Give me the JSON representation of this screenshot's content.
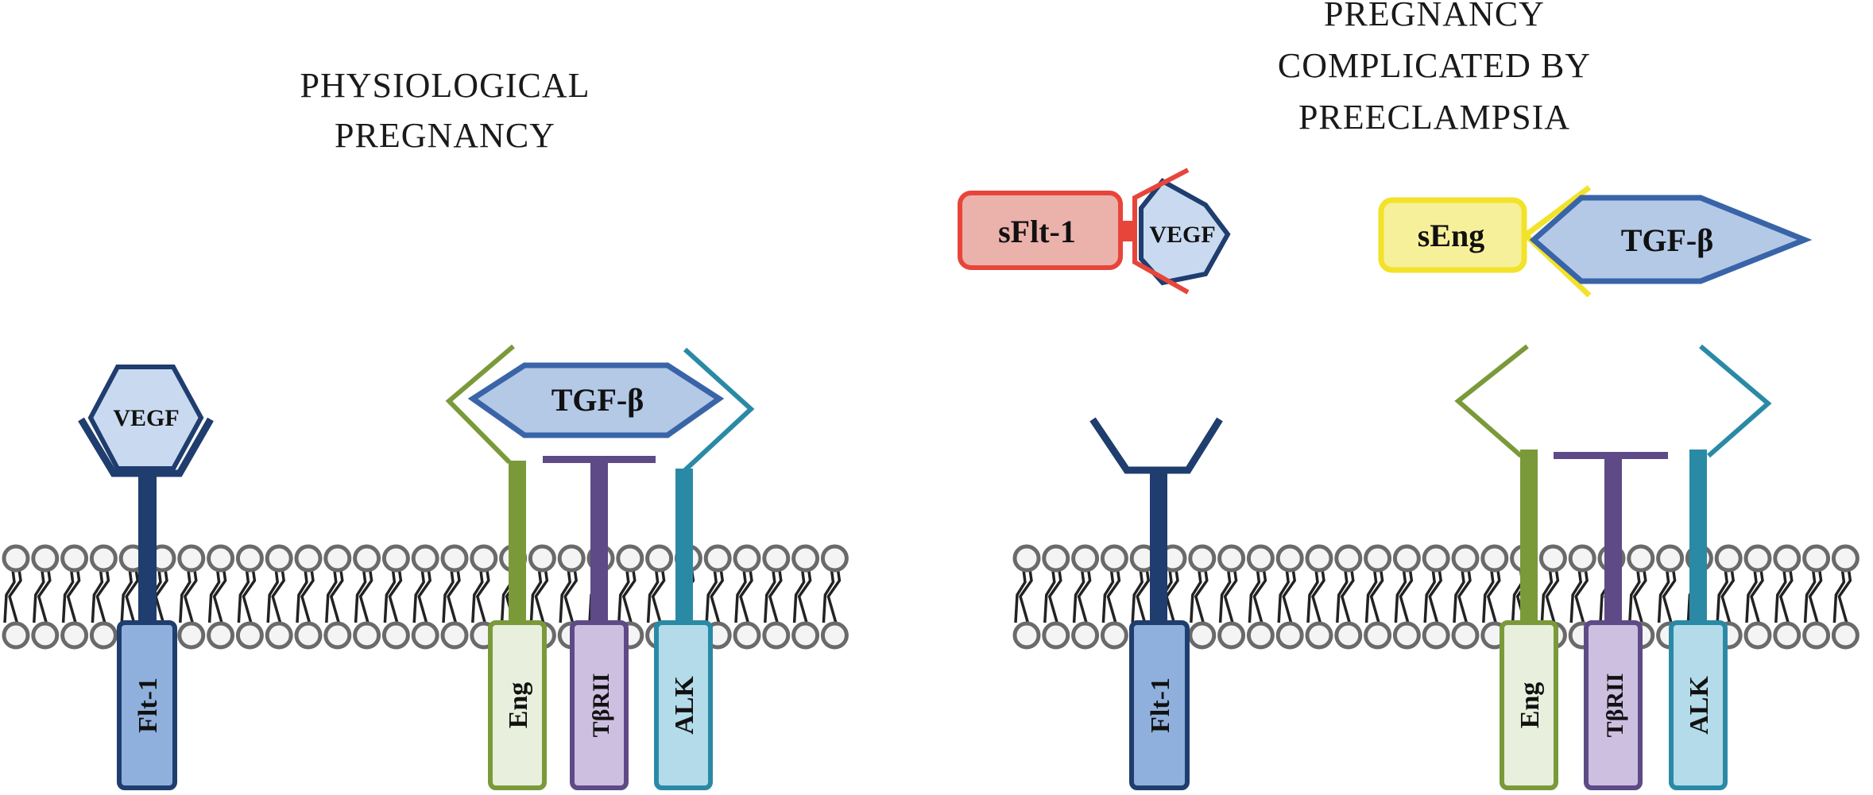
{
  "panels": {
    "left": {
      "title_line1": "PHYSIOLOGICAL",
      "title_line2": "PREGNANCY",
      "ligands": {
        "vegf": "VEGF",
        "tgfb": "TGF-β"
      },
      "receptors": {
        "flt1": "Flt-1",
        "eng": "Eng",
        "tbrii": "TβRII",
        "alk": "ALK"
      }
    },
    "right": {
      "title_line1": "PREGNANCY",
      "title_line2": "COMPLICATED BY",
      "title_line3": "PREECLAMPSIA",
      "soluble": {
        "sflt1": "sFlt-1",
        "seng": "sEng"
      },
      "ligands": {
        "vegf": "VEGF",
        "tgfb": "TGF-β"
      },
      "receptors": {
        "flt1": "Flt-1",
        "eng": "Eng",
        "tbrii": "TβRII",
        "alk": "ALK"
      }
    }
  },
  "colors": {
    "flt1": "#1f3d6e",
    "flt1_fill": "#8fb0dc",
    "vegf_fill": "#c9daf0",
    "tgfb_stroke": "#3a64a8",
    "tgfb_fill": "#b4c9e6",
    "eng": "#7a9a3a",
    "eng_fill": "#e8efdc",
    "tbrii": "#5e4a86",
    "tbrii_fill": "#cdbfe0",
    "alk": "#2a8aa6",
    "alk_fill": "#b3dbea",
    "sflt1_stroke": "#e8453a",
    "sflt1_fill": "#ebb1ab",
    "seng_stroke": "#f2e22a",
    "seng_fill": "#f7f09a"
  }
}
